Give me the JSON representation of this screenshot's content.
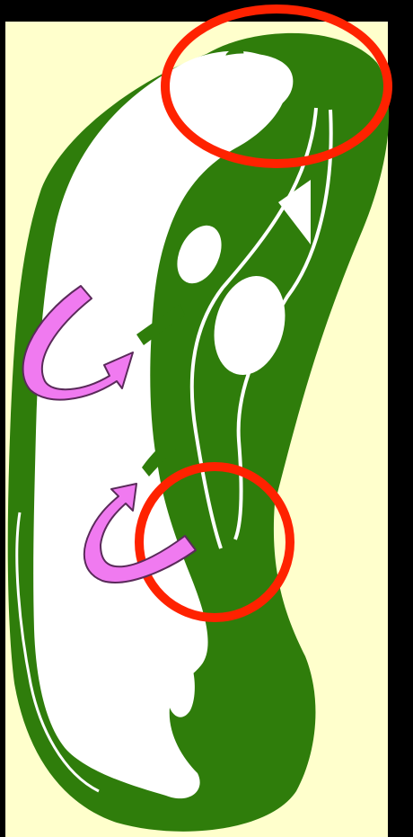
{
  "colors": {
    "background": "#000000",
    "panel": "#ffffcc",
    "tissue": "#2f7d0b",
    "interior": "#ffffff",
    "highlight_circle": "#ff2200",
    "arrow_fill": "#f07af0",
    "arrow_outline": "#5a2a5a"
  },
  "diagram": {
    "annotations": [
      {
        "type": "circle",
        "color": "red"
      },
      {
        "type": "circle",
        "color": "red"
      },
      {
        "type": "curved-arrow",
        "color": "pink"
      },
      {
        "type": "curved-arrow",
        "color": "pink"
      }
    ]
  }
}
